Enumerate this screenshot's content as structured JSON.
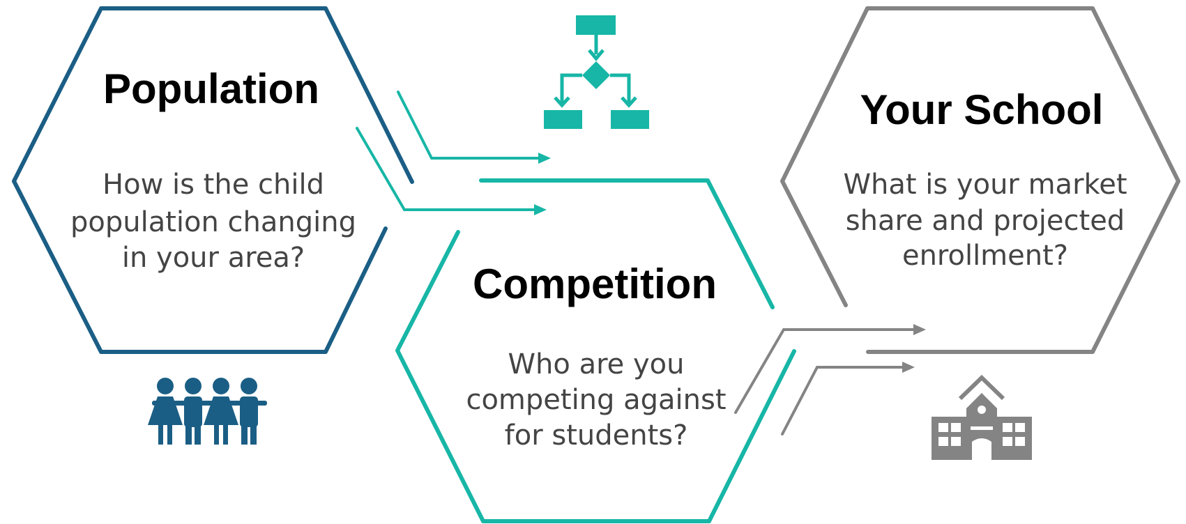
{
  "colors": {
    "population": "#1b5e85",
    "competition": "#17b6a6",
    "school": "#848484",
    "title": "#000000",
    "question": "#444444"
  },
  "population": {
    "title": "Population",
    "question": [
      "How is the child",
      "population changing",
      "in your area?"
    ],
    "icon": "family-icon"
  },
  "competition": {
    "title": "Competition",
    "question": [
      "Who are you",
      "competing against",
      "for students?"
    ],
    "icon": "flowchart-icon"
  },
  "school": {
    "title": "Your School",
    "question": [
      "What is your market",
      "share and projected",
      "enrollment?"
    ],
    "icon": "school-building-icon"
  }
}
